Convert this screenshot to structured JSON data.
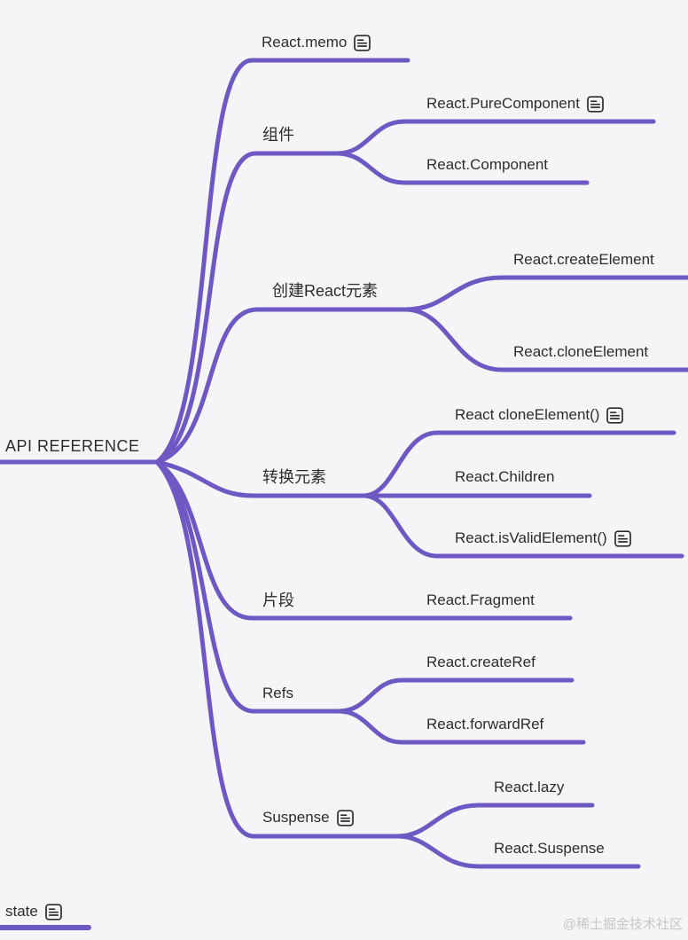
{
  "canvas": {
    "background_color": "#f5f4f6",
    "edge_color": "#6e58c4",
    "text_color": "#2d2d31",
    "watermark_color": "#c7c6ca"
  },
  "root": {
    "label": "API REFERENCE"
  },
  "branches": [
    {
      "label": "React.memo",
      "has_note": true,
      "children": []
    },
    {
      "label": "组件",
      "has_note": false,
      "children": [
        {
          "label": "React.PureComponent",
          "has_note": true
        },
        {
          "label": "React.Component",
          "has_note": false
        }
      ]
    },
    {
      "label": "创建React元素",
      "has_note": false,
      "children": [
        {
          "label": "React.createElement",
          "has_note": false
        },
        {
          "label": "React.cloneElement",
          "has_note": false
        }
      ]
    },
    {
      "label": "转换元素",
      "has_note": false,
      "children": [
        {
          "label": "React cloneElement()",
          "has_note": true
        },
        {
          "label": "React.Children",
          "has_note": false
        },
        {
          "label": "React.isValidElement()",
          "has_note": true
        }
      ]
    },
    {
      "label": "片段",
      "has_note": false,
      "children": [
        {
          "label": "React.Fragment",
          "has_note": false
        }
      ]
    },
    {
      "label": "Refs",
      "has_note": false,
      "children": [
        {
          "label": "React.createRef",
          "has_note": false
        },
        {
          "label": "React.forwardRef",
          "has_note": false
        }
      ]
    },
    {
      "label": "Suspense",
      "has_note": true,
      "children": [
        {
          "label": "React.lazy",
          "has_note": false
        },
        {
          "label": "React.Suspense",
          "has_note": false
        }
      ]
    }
  ],
  "floating_node": {
    "label": "state",
    "has_note": true
  },
  "watermark": "@稀土掘金技术社区",
  "icons": {
    "note": "document-note-icon"
  }
}
